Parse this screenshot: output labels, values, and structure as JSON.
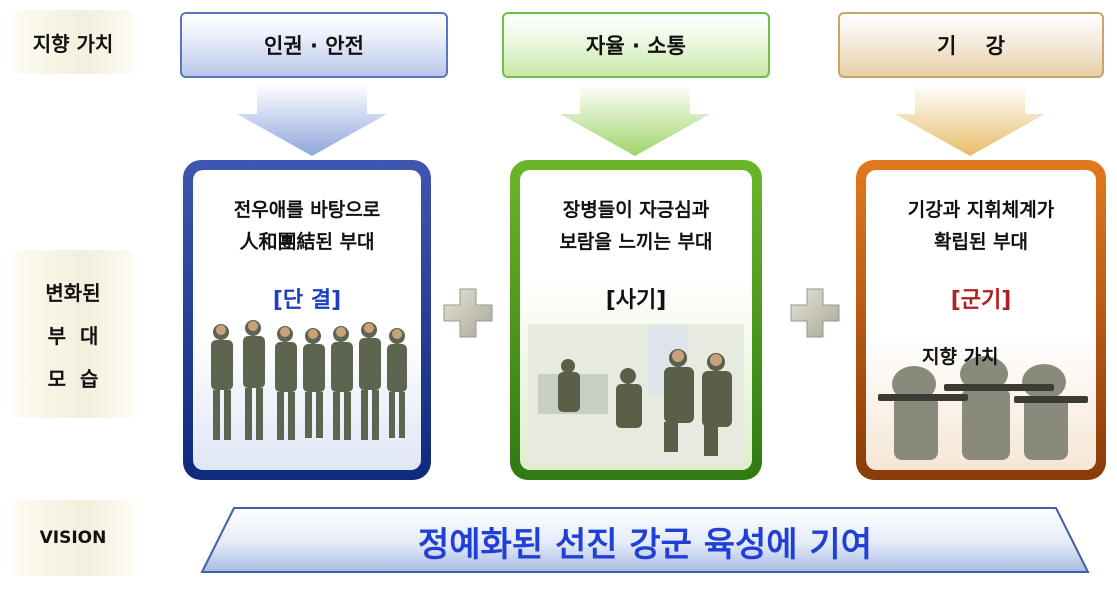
{
  "labels": {
    "values": "지향 가치",
    "changed": [
      "변화된",
      "부  대",
      "모  습"
    ],
    "vision": "VISION"
  },
  "values": [
    {
      "title": "인권 · 안전",
      "color": "#5b74c2"
    },
    {
      "title": "자율 · 소통",
      "color": "#6fbf44"
    },
    {
      "title": "기    강",
      "color": "#c9a46a"
    }
  ],
  "units": [
    {
      "lines": [
        "전우애를 바탕으로",
        "人和團結된 부대"
      ],
      "keyword": "[단 결]",
      "color": "#1a3fbf",
      "photo": "soldiers-walking-group"
    },
    {
      "lines": [
        "장병들이 자긍심과",
        "보람을 느끼는 부대"
      ],
      "keyword": "[사기]",
      "color": "#2f7a12",
      "photo": "soldiers-seated-chatting"
    },
    {
      "lines": [
        "기강과 지휘체계가",
        "확립된 부대"
      ],
      "keyword": "[군기]",
      "overlay": "지향 가치",
      "color": "#8a3b08",
      "photo": "soldiers-aiming-rifles"
    }
  ],
  "vision": "정예화된 선진 강군 육성에 기여"
}
